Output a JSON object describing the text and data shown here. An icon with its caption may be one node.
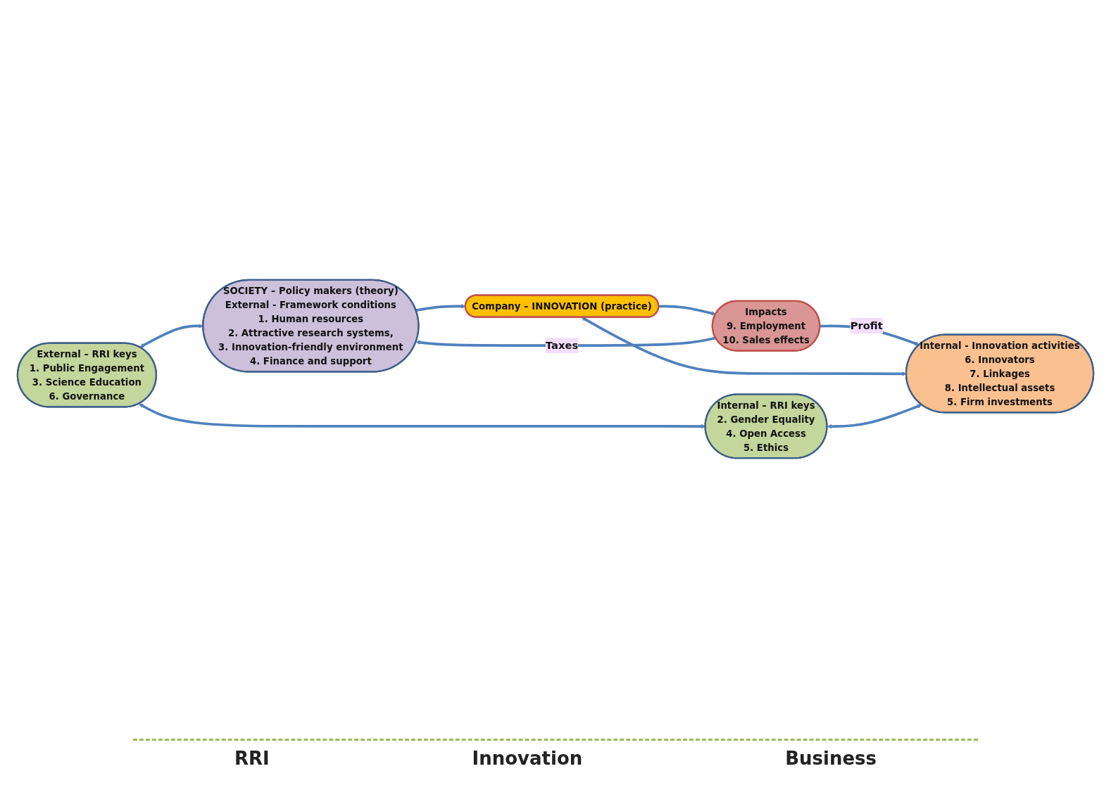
{
  "diagram": {
    "nodes": [
      {
        "text": [
          "External – RRI keys",
          "1. Public Engagement",
          "3. Science Education",
          "6. Governance"
        ]
      },
      {
        "text": [
          "SOCIETY – Policy makers (theory)",
          "External - Framework conditions",
          "1. Human resources",
          "2. Attractive research systems,",
          "3. Innovation-friendly environment",
          "4. Finance and support"
        ]
      },
      {
        "text": [
          "Company – INNOVATION (practice)"
        ]
      },
      {
        "text": [
          "Impacts",
          "9. Employment",
          "10. Sales effects"
        ]
      },
      {
        "text": [
          "Internal – RRI keys",
          "2. Gender Equality",
          "4. Open Access",
          "5. Ethics"
        ]
      },
      {
        "text": [
          "Internal - Innovation activities",
          "6. Innovators",
          "7. Linkages",
          "8. Intellectual assets",
          "5. Firm investments"
        ]
      }
    ],
    "edges": [
      {
        "from": 0,
        "to": 1,
        "arrow": "both"
      },
      {
        "from": 1,
        "to": 2,
        "arrow": "to"
      },
      {
        "from": 2,
        "to": 3,
        "arrow": "to"
      },
      {
        "from": 3,
        "to": 1,
        "label": "Taxes",
        "arrow": "to"
      },
      {
        "from": 3,
        "to": 5,
        "label": "Profit",
        "arrow": "to"
      },
      {
        "from": 2,
        "to": 5,
        "arrow": "both"
      },
      {
        "from": 0,
        "to": 4,
        "arrow": "both"
      },
      {
        "from": 4,
        "to": 5,
        "arrow": "both"
      }
    ],
    "labels": [
      "RRI",
      "Innovation",
      "Business"
    ]
  }
}
